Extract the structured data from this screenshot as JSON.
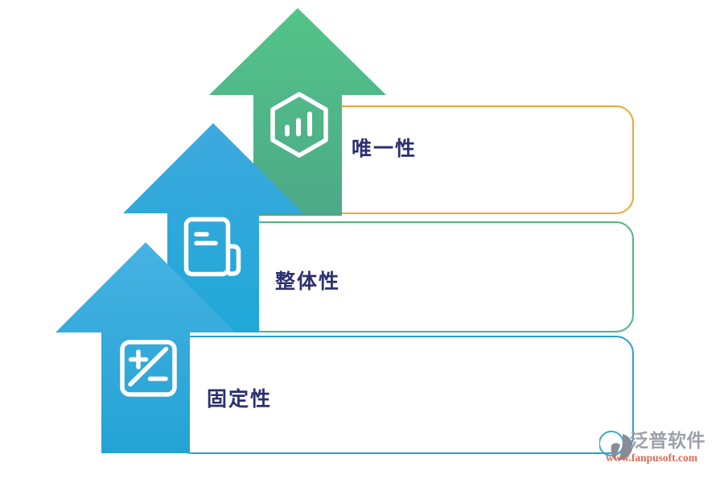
{
  "diagram": {
    "label_color": "#2B3070",
    "items": [
      {
        "label": "唯一性",
        "icon": "hexagon-bar-chart",
        "box_border": "#EBA63E",
        "arrow_gradient": [
          "#53C489",
          "#4DA988"
        ]
      },
      {
        "label": "整体性",
        "icon": "journal-document",
        "box_border": "#4CB87D",
        "arrow_gradient": [
          "#3EA9DE",
          "#1FA8D7"
        ]
      },
      {
        "label": "固定性",
        "icon": "plus-minus-calculator",
        "box_border": "#2AA0CB",
        "arrow_gradient": [
          "#46B2E2",
          "#23A3D4"
        ]
      }
    ]
  },
  "watermark": {
    "brand": "泛普软件",
    "brand_color": "#9EA0AC",
    "url": "www.fanpusoft.com",
    "url_color": "#DC6A50",
    "logo_circle_color": "#3FA9C5",
    "logo_fan_color": "#8A8B96"
  }
}
